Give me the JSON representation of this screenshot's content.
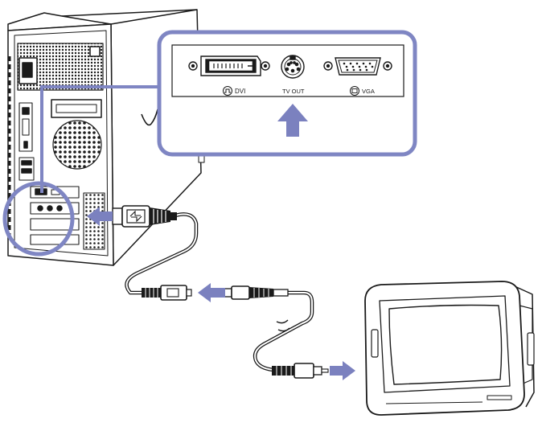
{
  "callout": {
    "ports": [
      {
        "label": "DVI",
        "icon": "dvi-symbol-icon"
      },
      {
        "label": "TV OUT",
        "icon": "s-video-port-icon"
      },
      {
        "label": "VGA",
        "icon": "vga-symbol-icon"
      }
    ]
  },
  "colors": {
    "accent": "#7f86c3",
    "accent_fill": "#7b81bf",
    "outline": "#1a1a1a",
    "panel_fill": "#ffffff"
  },
  "icons": [
    "computer-tower-icon",
    "s-video-cable-icon",
    "rca-composite-cable-icon",
    "tv-monitor-icon",
    "arrow-up-icon",
    "arrow-left-icon",
    "arrow-right-icon"
  ]
}
